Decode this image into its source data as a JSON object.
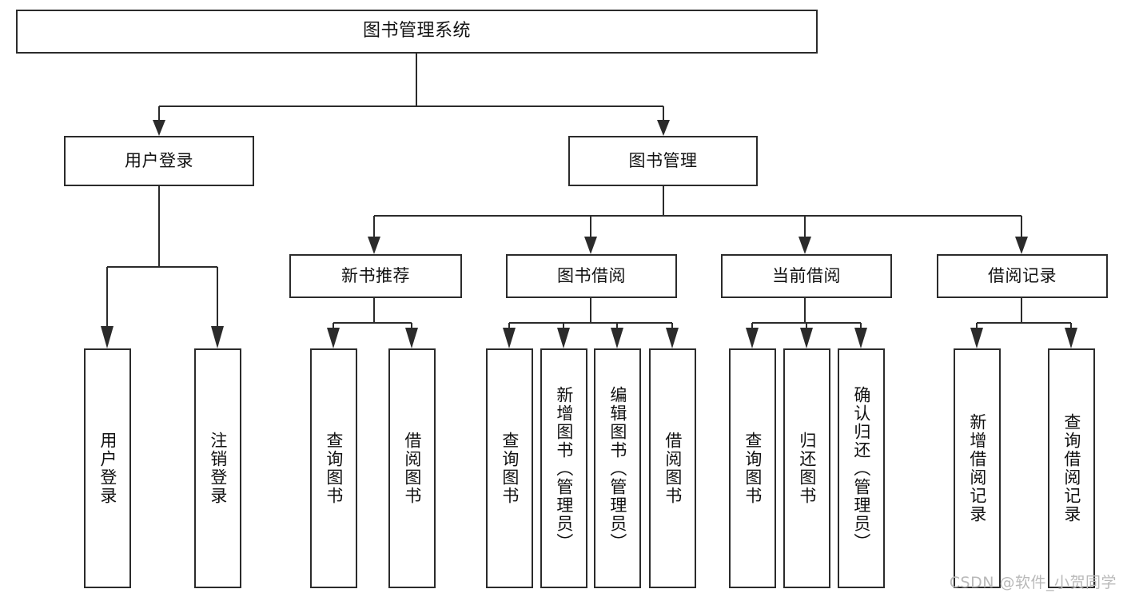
{
  "diagram": {
    "kind": "tree-hierarchy-chart",
    "root": {
      "id": "root",
      "label": "图书管理系统"
    },
    "level2": [
      {
        "id": "user-login",
        "label": "用户登录"
      },
      {
        "id": "book-manage",
        "label": "图书管理"
      }
    ],
    "level3": [
      {
        "id": "new-book-rec",
        "label": "新书推荐",
        "parent": "book-manage"
      },
      {
        "id": "book-borrow",
        "label": "图书借阅",
        "parent": "book-manage"
      },
      {
        "id": "current-borrow",
        "label": "当前借阅",
        "parent": "book-manage"
      },
      {
        "id": "borrow-record",
        "label": "借阅记录",
        "parent": "book-manage"
      }
    ],
    "leaves": [
      {
        "id": "leaf-user-login",
        "label": "用户登录",
        "parent": "user-login"
      },
      {
        "id": "leaf-logout",
        "label": "注销登录",
        "parent": "user-login"
      },
      {
        "id": "leaf-query-book-1",
        "label": "查询图书",
        "parent": "new-book-rec"
      },
      {
        "id": "leaf-borrow-book-1",
        "label": "借阅图书",
        "parent": "new-book-rec"
      },
      {
        "id": "leaf-query-book-2",
        "label": "查询图书",
        "parent": "book-borrow"
      },
      {
        "id": "leaf-add-book",
        "label": "新增图书（管理员）",
        "parent": "book-borrow"
      },
      {
        "id": "leaf-edit-book",
        "label": "编辑图书（管理员）",
        "parent": "book-borrow"
      },
      {
        "id": "leaf-borrow-book-2",
        "label": "借阅图书",
        "parent": "book-borrow"
      },
      {
        "id": "leaf-query-book-3",
        "label": "查询图书",
        "parent": "current-borrow"
      },
      {
        "id": "leaf-return-book",
        "label": "归还图书",
        "parent": "current-borrow"
      },
      {
        "id": "leaf-confirm-return",
        "label": "确认归还（管理员）",
        "parent": "current-borrow"
      },
      {
        "id": "leaf-add-record",
        "label": "新增借阅记录",
        "parent": "borrow-record"
      },
      {
        "id": "leaf-query-record",
        "label": "查询借阅记录",
        "parent": "borrow-record"
      }
    ]
  },
  "watermark": {
    "text": "CSDN @软件_小贺同学"
  },
  "colors": {
    "stroke": "#2b2b2b",
    "fill": "#ffffff",
    "text": "#111111",
    "watermark": "#b9b9b9"
  }
}
